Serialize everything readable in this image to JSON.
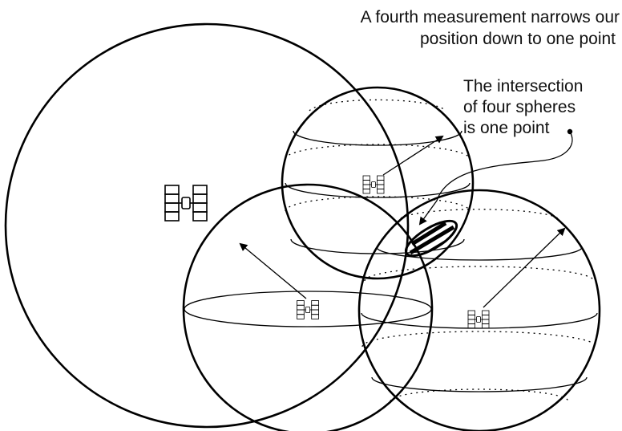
{
  "caption": {
    "line1": "A fourth measurement narrows our",
    "line2": "position down to one point"
  },
  "callout": {
    "line1": "The intersection",
    "line2": "of four spheres",
    "line3": "is one point"
  },
  "colors": {
    "ink": "#000000",
    "background": "#ffffff"
  },
  "icons": [
    "satellite-icon"
  ]
}
